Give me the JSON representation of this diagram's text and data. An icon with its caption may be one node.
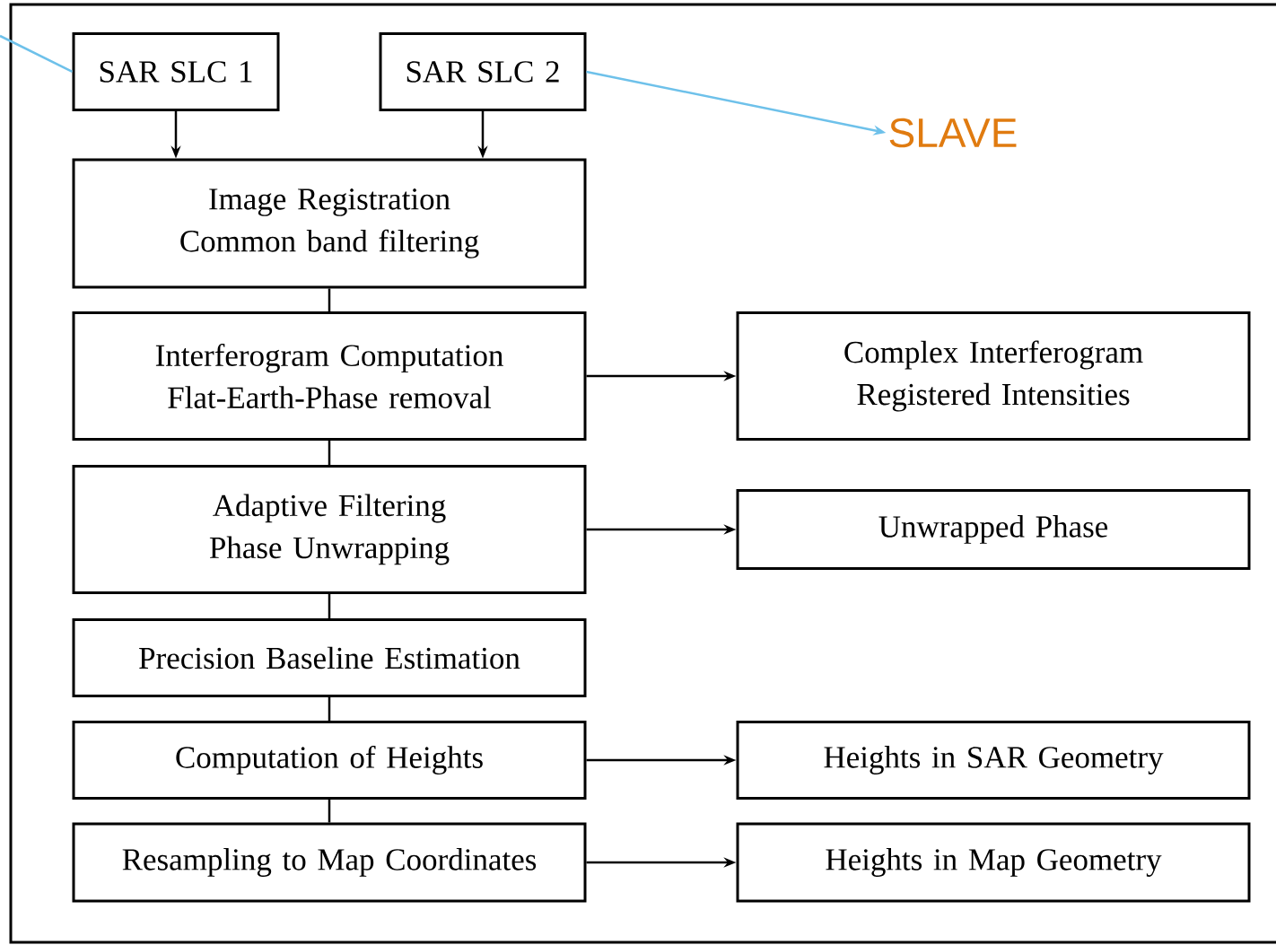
{
  "diagram": {
    "nodes": [
      {
        "text": [
          "SAR SLC 1"
        ]
      },
      {
        "text": [
          "SAR SLC 2"
        ]
      },
      {
        "text": [
          "Image Registration Common band filtering"
        ]
      },
      {
        "text": [
          "Interferogram Computation Flat-Earth-Phase removal"
        ]
      },
      {
        "text": [
          "Complex Interferogram Registered Intensities"
        ]
      },
      {
        "text": [
          "Adaptive Filtering Phase Unwrapping"
        ]
      },
      {
        "text": [
          "Unwrapped Phase"
        ]
      },
      {
        "text": [
          "Precision Baseline Estimation"
        ]
      },
      {
        "text": [
          "Computation of Heights"
        ]
      },
      {
        "text": [
          "Heights in SAR Geometry"
        ]
      },
      {
        "text": [
          "Resampling to Map Coordinates"
        ]
      },
      {
        "text": [
          "Heights in Map Geometry"
        ]
      },
      {
        "text": [
          "SLAVE"
        ]
      }
    ],
    "edges": [
      {
        "from": 0,
        "to": 2,
        "arrow": "to"
      },
      {
        "from": 1,
        "to": 2,
        "arrow": "to"
      },
      {
        "from": 2,
        "to": 3,
        "arrow": "none"
      },
      {
        "from": 3,
        "to": 4,
        "arrow": "to"
      },
      {
        "from": 3,
        "to": 5,
        "arrow": "none"
      },
      {
        "from": 5,
        "to": 6,
        "arrow": "to"
      },
      {
        "from": 5,
        "to": 7,
        "arrow": "none"
      },
      {
        "from": 7,
        "to": 8,
        "arrow": "none"
      },
      {
        "from": 8,
        "to": 9,
        "arrow": "to"
      },
      {
        "from": 8,
        "to": 10,
        "arrow": "none"
      },
      {
        "from": 10,
        "to": 11,
        "arrow": "to"
      },
      {
        "from": 1,
        "to": 12,
        "arrow": "to",
        "color": "#6ec1ea"
      },
      {
        "from": null,
        "to": 0,
        "arrow": "none",
        "color": "#6ec1ea"
      }
    ]
  }
}
